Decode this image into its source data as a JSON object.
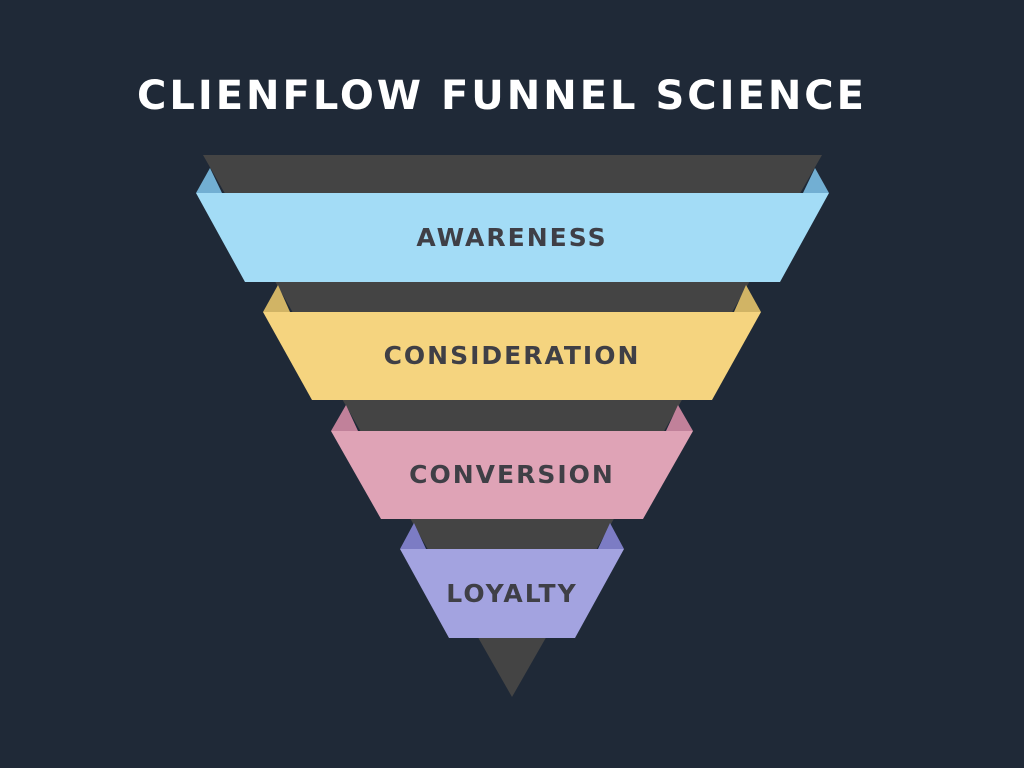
{
  "title": "CLIENFLOW FUNNEL SCIENCE",
  "colors": {
    "background": "#1f2937",
    "title_text": "#ffffff",
    "funnel_body": "#444444",
    "label_text": "#3f3f46"
  },
  "stages": [
    {
      "label": "AWARENESS",
      "color": "#a3dcf6",
      "fold_color": "#72afd3"
    },
    {
      "label": "CONSIDERATION",
      "color": "#f5d47f",
      "fold_color": "#d1b465"
    },
    {
      "label": "CONVERSION",
      "color": "#dfa3b6",
      "fold_color": "#c1819a"
    },
    {
      "label": "LOYALTY",
      "color": "#a3a3e0",
      "fold_color": "#7c7cc4"
    }
  ]
}
